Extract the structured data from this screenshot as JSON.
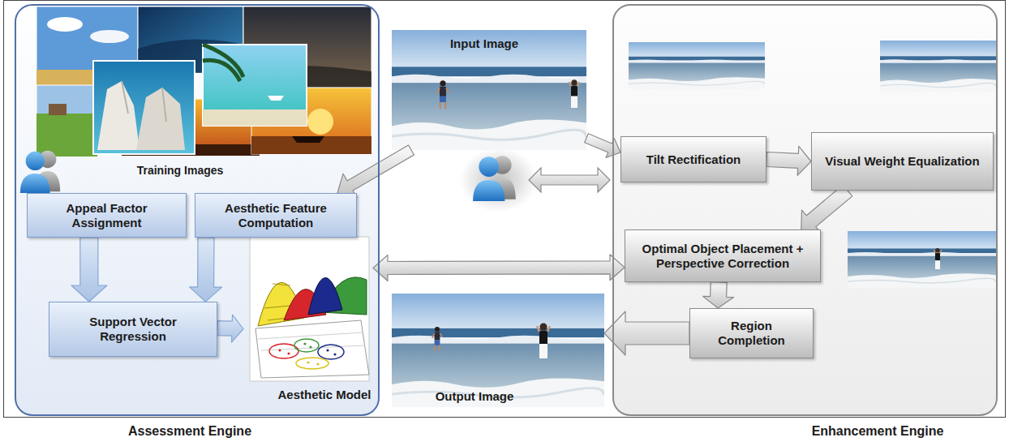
{
  "diagram": {
    "nodes": [
      {
        "text": [
          "Assessment Engine"
        ]
      },
      {
        "text": [
          "Training Images"
        ],
        "in": 0
      },
      {
        "text": [
          "Appeal Factor Assignment"
        ],
        "in": 0
      },
      {
        "text": [
          "Aesthetic Feature Computation"
        ],
        "in": 0
      },
      {
        "text": [
          "Support Vector Regression"
        ],
        "in": 0
      },
      {
        "text": [
          "Aesthetic Model"
        ],
        "in": 0
      },
      {
        "text": [
          "Input Image"
        ]
      },
      {
        "text": [
          "Output Image"
        ]
      },
      {
        "text": [
          "Enhancement Engine"
        ]
      },
      {
        "text": [
          "Tilt Rectification"
        ],
        "in": 8
      },
      {
        "text": [
          "Visual Weight Equalization"
        ],
        "in": 8
      },
      {
        "text": [
          "Optimal Object Placement + Perspective Correction"
        ],
        "in": 8
      },
      {
        "text": [
          "Region Completion"
        ],
        "in": 8
      }
    ],
    "edges": [
      {
        "from": 6,
        "to": 3,
        "arrow": "to"
      },
      {
        "from": 6,
        "to": 9,
        "arrow": "to"
      },
      {
        "from": 2,
        "to": 4,
        "arrow": "to"
      },
      {
        "from": 3,
        "to": 4,
        "arrow": "to"
      },
      {
        "from": 4,
        "to": 5,
        "arrow": "to"
      },
      {
        "from": 5,
        "to": 11,
        "arrow": "both"
      },
      {
        "from": 9,
        "to": 10,
        "arrow": "to"
      },
      {
        "from": 10,
        "to": 11,
        "arrow": "to"
      },
      {
        "from": 11,
        "to": 12,
        "arrow": "to"
      },
      {
        "from": 12,
        "to": 7,
        "arrow": "to"
      }
    ]
  }
}
